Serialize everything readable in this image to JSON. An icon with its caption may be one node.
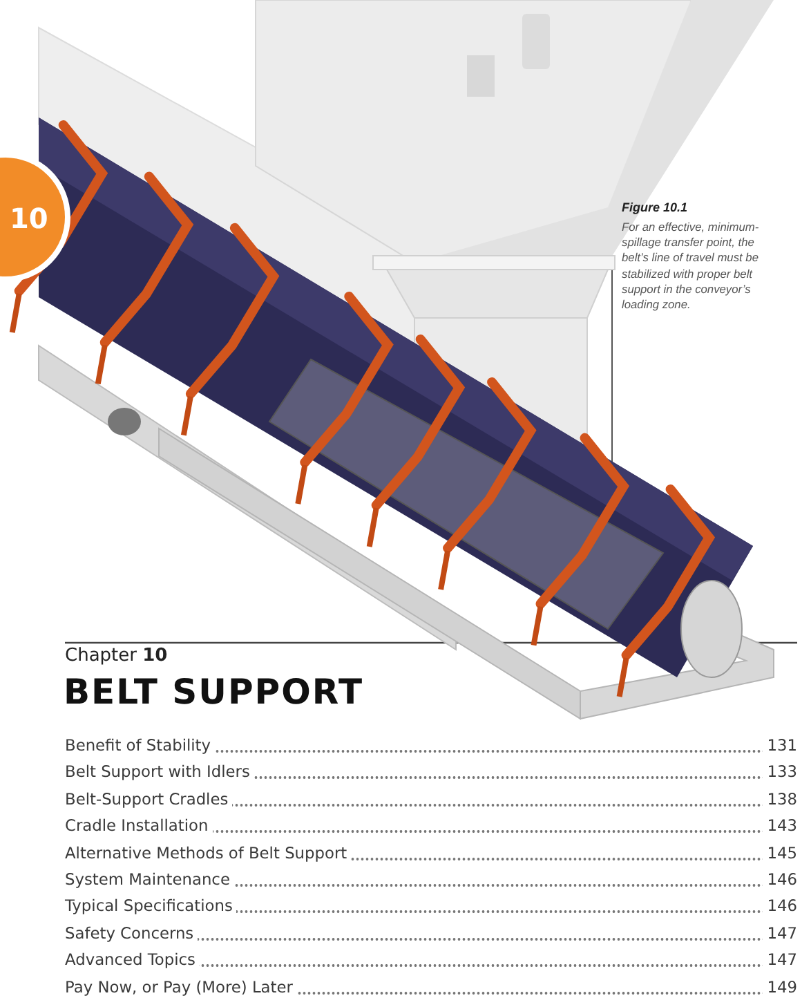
{
  "diagram": {
    "title": "BELT SUPPORT",
    "nodes": [
      {
        "text": [
          "10"
        ]
      }
    ],
    "labels": [
      "Figure 10.1",
      "For an effective, minimum-spillage transfer point, the belt’s line of travel must be stabilized with proper belt support in the conveyor’s loading zone.",
      "Chapter **10**",
      "Benefit of Stability",
      "131",
      "Belt Support with Idlers",
      "133",
      "Belt-Support Cradles",
      "138",
      "Cradle Installation",
      "143",
      "Alternative Methods of Belt Support",
      "145",
      "System Maintenance",
      "146",
      "Typical Specifications",
      "146",
      "Safety Concerns",
      "147",
      "Advanced Topics",
      "147",
      "Pay Now, or Pay (More) Later",
      "149"
    ]
  }
}
